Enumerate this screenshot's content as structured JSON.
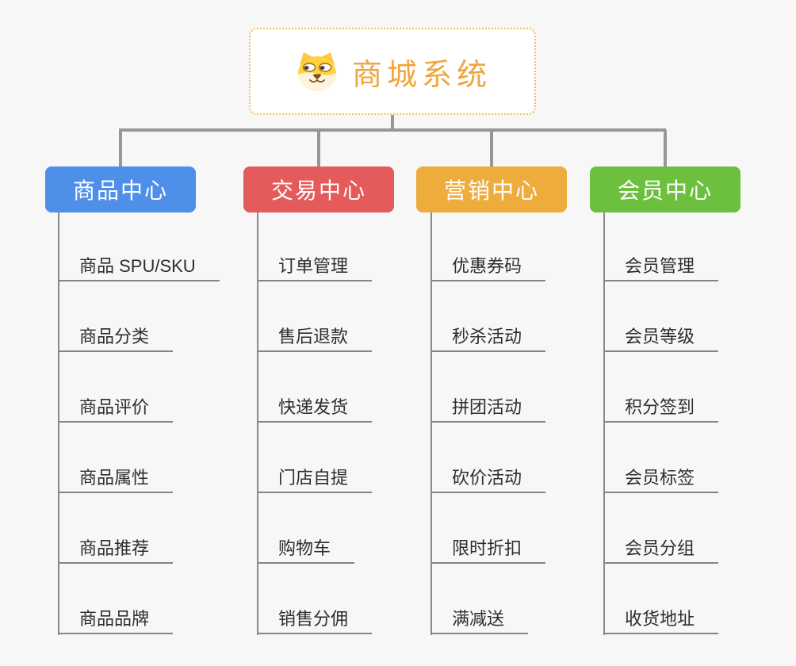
{
  "root": {
    "title": "商城系统",
    "icon": "shiba-dog-icon",
    "title_color": "#f0a53d",
    "border_color": "#f3ba5e"
  },
  "connector_color": "#979797",
  "background_color": "#f7f7f7",
  "branches": [
    {
      "label": "商品中心",
      "color": "#4d8fe9",
      "items": [
        "商品 SPU/SKU",
        "商品分类",
        "商品评价",
        "商品属性",
        "商品推荐",
        "商品品牌"
      ]
    },
    {
      "label": "交易中心",
      "color": "#e55a5a",
      "items": [
        "订单管理",
        "售后退款",
        "快递发货",
        "门店自提",
        "购物车",
        "销售分佣"
      ]
    },
    {
      "label": "营销中心",
      "color": "#edac3b",
      "items": [
        "优惠券码",
        "秒杀活动",
        "拼团活动",
        "砍价活动",
        "限时折扣",
        "满减送"
      ]
    },
    {
      "label": "会员中心",
      "color": "#6dc03e",
      "items": [
        "会员管理",
        "会员等级",
        "积分签到",
        "会员标签",
        "会员分组",
        "收货地址"
      ]
    }
  ]
}
